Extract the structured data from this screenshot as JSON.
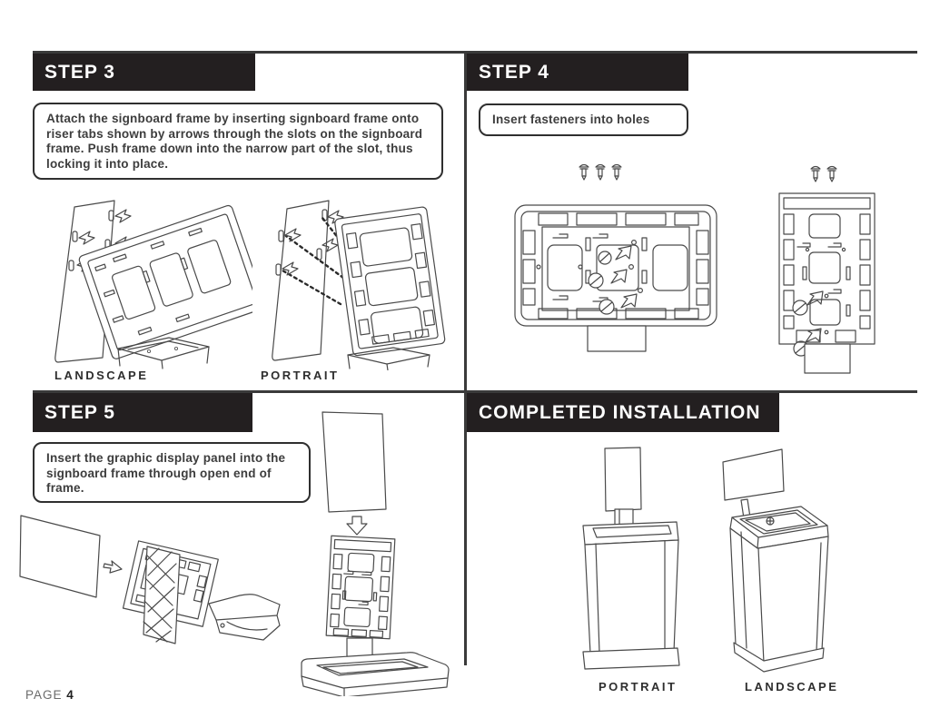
{
  "step3": {
    "header": "STEP 3",
    "instruction": "Attach the signboard frame by inserting signboard frame onto riser tabs shown by arrows through the slots on the signboard frame. Push frame down into the narrow part of the slot, thus locking it into place.",
    "label_landscape": "LANDSCAPE",
    "label_portrait": "PORTRAIT"
  },
  "step4": {
    "header": "STEP 4",
    "instruction": "Insert fasteners into holes"
  },
  "step5": {
    "header": "STEP 5",
    "instruction": "Insert the graphic display panel into the signboard frame through open end of frame."
  },
  "completed": {
    "header": "COMPLETED INSTALLATION",
    "label_portrait": "PORTRAIT",
    "label_landscape": "LANDSCAPE"
  },
  "footer": {
    "page_label": "PAGE",
    "page_number": "4"
  },
  "colors": {
    "header_bg": "#231f20",
    "header_text": "#ffffff",
    "body_text": "#3d3d3d",
    "line": "#4a4a4a"
  }
}
